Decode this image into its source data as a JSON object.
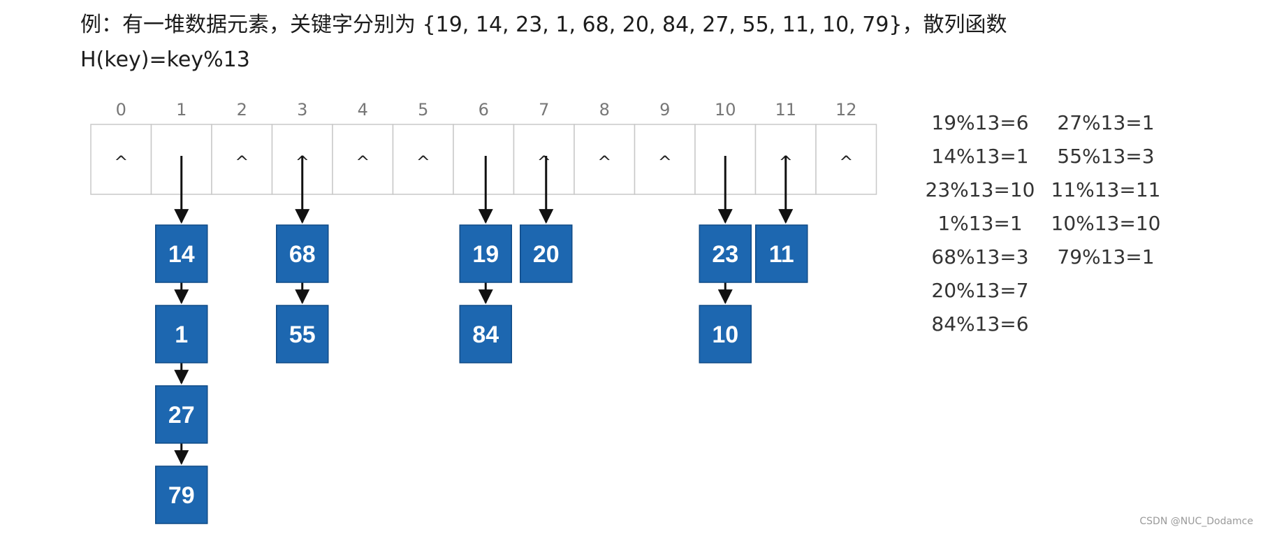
{
  "header": {
    "line1": "例：有一堆数据元素，关键字分别为 {19, 14, 23, 1, 68, 20, 84, 27, 55, 11, 10, 79}，散列函数",
    "line2": "H(key)=key%13"
  },
  "table": {
    "indices": [
      "0",
      "1",
      "2",
      "3",
      "4",
      "5",
      "6",
      "7",
      "8",
      "9",
      "10",
      "11",
      "12"
    ],
    "null_symbol": "^",
    "chains": [
      {
        "slot": 1,
        "nodes": [
          "14",
          "1",
          "27",
          "79"
        ]
      },
      {
        "slot": 3,
        "nodes": [
          "68",
          "55"
        ]
      },
      {
        "slot": 6,
        "nodes": [
          "19",
          "84"
        ]
      },
      {
        "slot": 7,
        "nodes": [
          "20"
        ]
      },
      {
        "slot": 10,
        "nodes": [
          "23",
          "10"
        ]
      },
      {
        "slot": 11,
        "nodes": [
          "11"
        ]
      }
    ]
  },
  "calculations": {
    "col1": [
      "19%13=6",
      "14%13=1",
      "23%13=10",
      "1%13=1",
      "68%13=3",
      "20%13=7",
      "84%13=6"
    ],
    "col2": [
      "27%13=1",
      "55%13=3",
      "11%13=11",
      "10%13=10",
      "79%13=1"
    ]
  },
  "colors": {
    "node_fill": "#1d67b0",
    "node_border": "#0f4a86",
    "cell_border": "#c8c8c8",
    "arrow": "#111111"
  },
  "watermark": "CSDN @NUC_Dodamce"
}
